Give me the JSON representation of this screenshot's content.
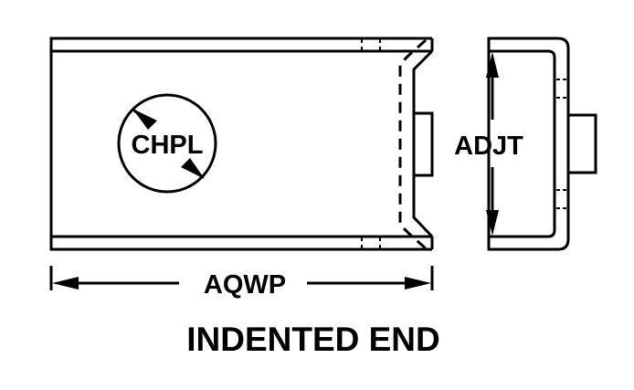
{
  "diagram": {
    "title": "INDENTED END",
    "labels": {
      "diameter": "CHPL",
      "height": "ADJT",
      "length": "AQWP"
    },
    "views": [
      "top-view",
      "end-view"
    ],
    "colors": {
      "line": "#000000",
      "background": "#ffffff"
    }
  }
}
